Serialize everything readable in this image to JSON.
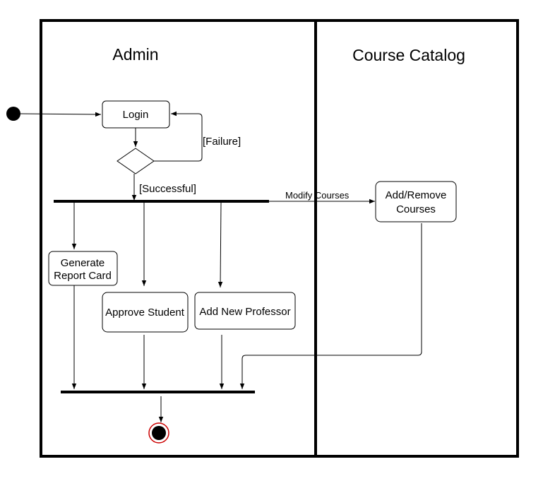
{
  "lanes": {
    "admin": "Admin",
    "catalog": "Course Catalog"
  },
  "nodes": {
    "login": "Login",
    "generate_line1": "Generate",
    "generate_line2": "Report Card",
    "approve": "Approve Student",
    "add_professor": "Add New Professor",
    "add_remove_line1": "Add/Remove",
    "add_remove_line2": "Courses"
  },
  "guards": {
    "failure": "[Failure]",
    "successful": "[Successful]",
    "modify": "Modify Courses"
  },
  "colors": {
    "line": "#000000",
    "final_ring": "#cc0000"
  }
}
